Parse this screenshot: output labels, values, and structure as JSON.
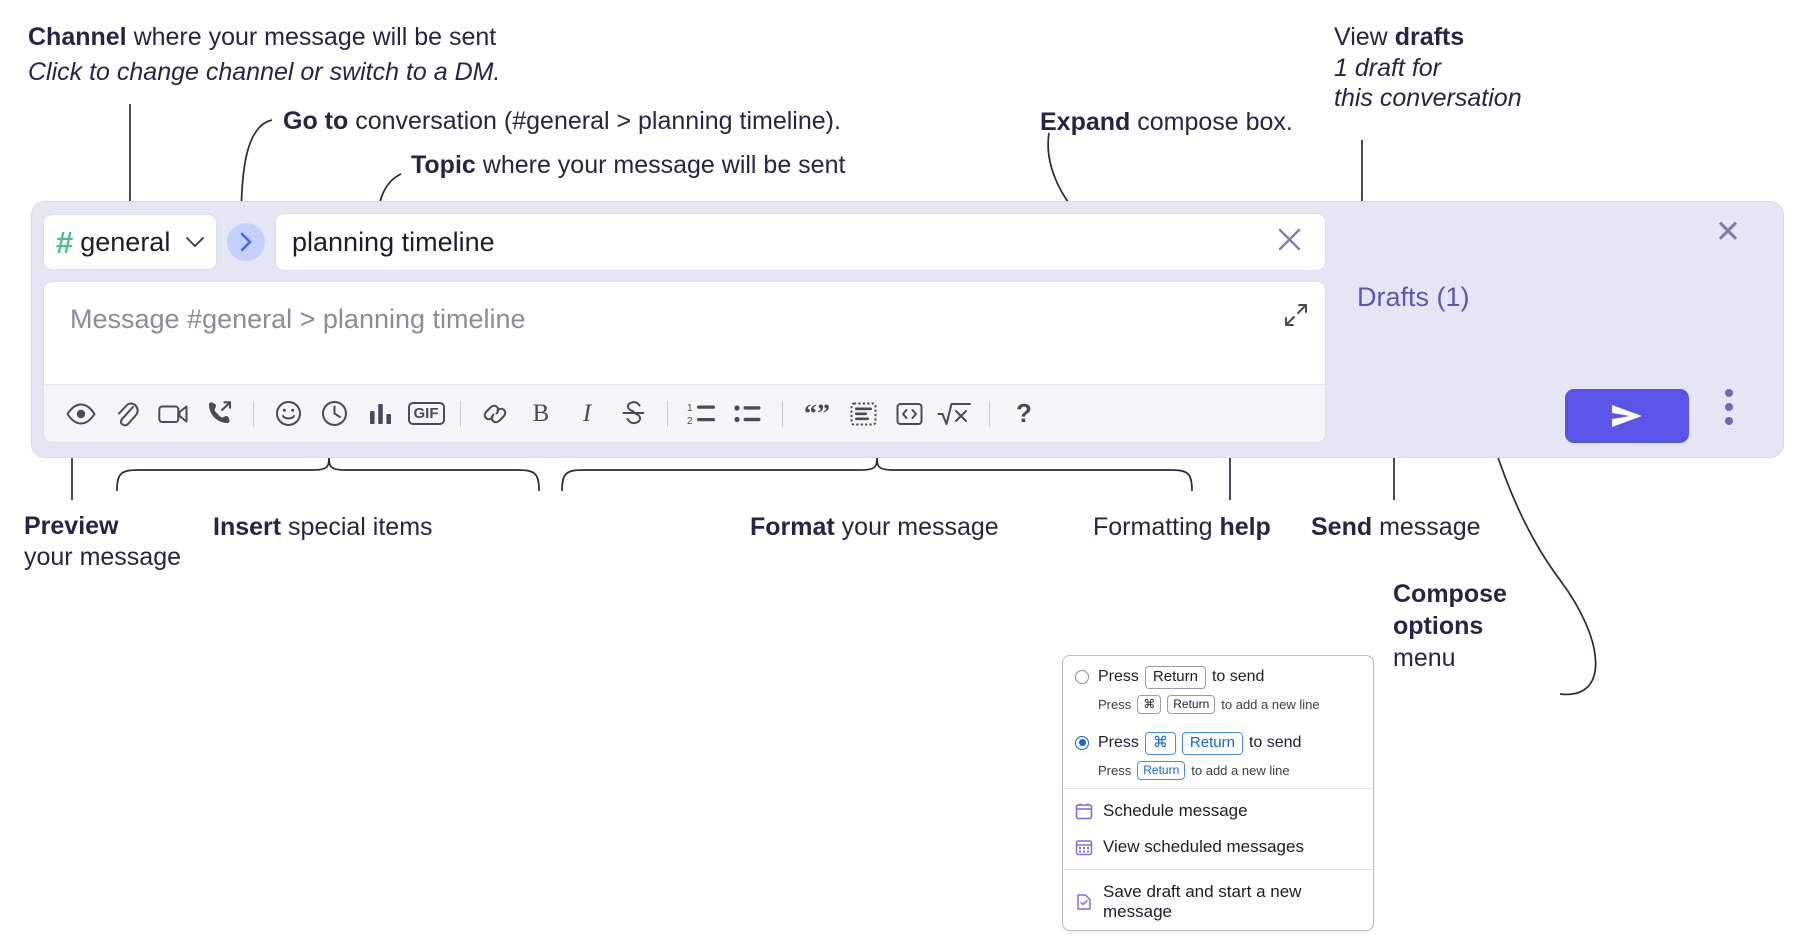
{
  "annotations": {
    "channel": {
      "bold": "Channel",
      "rest": " where your message will be sent",
      "sub": "Click to change channel or switch to a DM."
    },
    "goto": {
      "bold": "Go to",
      "rest": " conversation (#general > planning timeline)."
    },
    "topic": {
      "bold": "Topic",
      "rest": " where your message will be sent"
    },
    "expand": {
      "bold": "Expand",
      "rest": " compose box."
    },
    "drafts": {
      "pre": "View ",
      "bold": "drafts",
      "sub1": "1 draft for",
      "sub2": "this conversation"
    },
    "preview": {
      "bold": "Preview",
      "rest": "your message"
    },
    "insert": {
      "bold": "Insert",
      "rest": " special items"
    },
    "format": {
      "bold": "Format",
      "rest": " your message"
    },
    "help": {
      "pre": "Formatting ",
      "bold": "help"
    },
    "send": {
      "bold": "Send",
      "rest": " message"
    },
    "compose_options": {
      "bold1": "Compose",
      "bold2": "options",
      "rest": "menu"
    }
  },
  "compose": {
    "channel": {
      "hash": "#",
      "name": "general",
      "chevron": "chevron-down"
    },
    "go_button": "›",
    "topic": {
      "value": "planning timeline",
      "clear": "✕"
    },
    "message": {
      "placeholder": "Message #general > planning timeline"
    },
    "close": "✕",
    "drafts_link": "Drafts (1)",
    "toolbar": [
      {
        "name": "preview-icon",
        "label": "Preview"
      },
      {
        "name": "attachment-icon",
        "label": "Attach file"
      },
      {
        "name": "video-clip-icon",
        "label": "Record video clip"
      },
      {
        "name": "audio-clip-icon",
        "label": "Record audio clip"
      },
      {
        "name": "separator",
        "label": ""
      },
      {
        "name": "emoji-icon",
        "label": "Emoji"
      },
      {
        "name": "clock-icon",
        "label": "Reminder"
      },
      {
        "name": "poll-icon",
        "label": "Poll"
      },
      {
        "name": "gif-icon",
        "label": "GIF"
      },
      {
        "name": "separator",
        "label": ""
      },
      {
        "name": "link-icon",
        "label": "Link"
      },
      {
        "name": "bold-icon",
        "label": "B"
      },
      {
        "name": "italic-icon",
        "label": "I"
      },
      {
        "name": "strikethrough-icon",
        "label": "Strikethrough"
      },
      {
        "name": "separator",
        "label": ""
      },
      {
        "name": "ordered-list-icon",
        "label": "Ordered list"
      },
      {
        "name": "bulleted-list-icon",
        "label": "Bulleted list"
      },
      {
        "name": "separator",
        "label": ""
      },
      {
        "name": "blockquote-icon",
        "label": "Blockquote"
      },
      {
        "name": "code-block-icon",
        "label": "Code block"
      },
      {
        "name": "inline-code-icon",
        "label": "Inline code"
      },
      {
        "name": "latex-icon",
        "label": "LaTeX"
      },
      {
        "name": "separator",
        "label": ""
      },
      {
        "name": "help-icon",
        "label": "?"
      }
    ],
    "send_button": "send-icon",
    "options_button": "kebab-menu-icon"
  },
  "menu": {
    "options": [
      {
        "selected": false,
        "main_pre": "Press",
        "main_keys": [
          "Return"
        ],
        "main_post": "to send",
        "sub_pre": "Press",
        "sub_keys": [
          "⌘",
          "Return"
        ],
        "sub_post": "to add a new line"
      },
      {
        "selected": true,
        "main_pre": "Press",
        "main_keys": [
          "⌘",
          "Return"
        ],
        "main_post": "to send",
        "sub_pre": "Press",
        "sub_keys": [
          "Return"
        ],
        "sub_post": "to add a new line"
      }
    ],
    "items": [
      {
        "icon": "calendar-icon",
        "label": "Schedule message"
      },
      {
        "icon": "calendar-grid-icon",
        "label": "View scheduled messages"
      },
      {
        "icon": "save-draft-icon",
        "label": "Save draft and start a new message"
      }
    ]
  },
  "colors": {
    "compose_bg": "#e4e6f3",
    "accent_purple": "#5b54e8",
    "hash_green": "#4ec08e",
    "go_blue": "#3a6df0",
    "link_blue": "#1264e0",
    "text_dark": "#262547"
  }
}
